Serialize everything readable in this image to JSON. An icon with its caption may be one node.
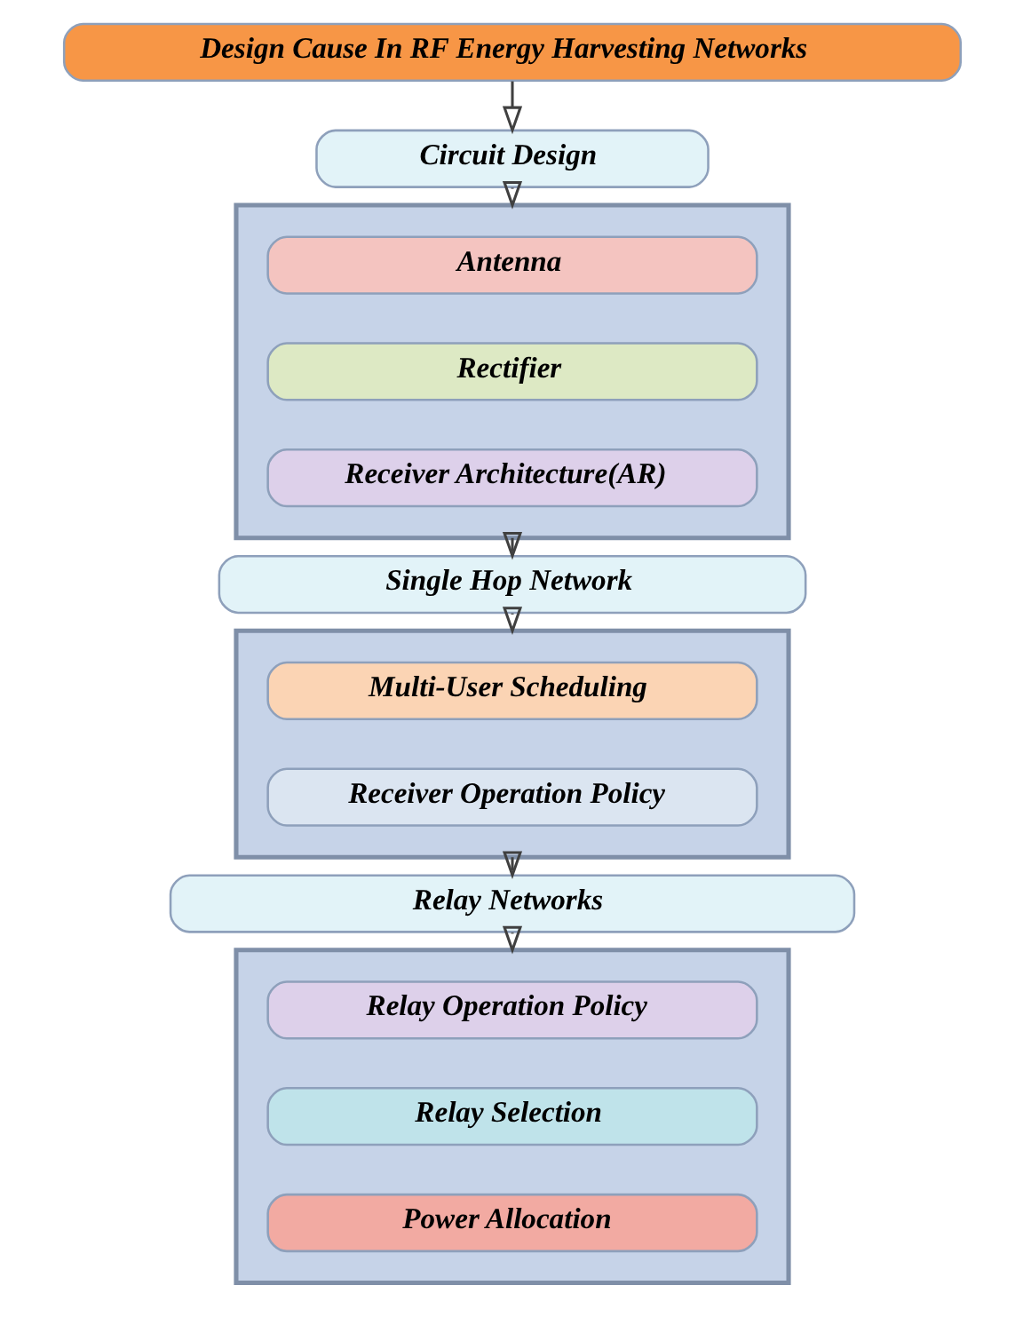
{
  "diagram": {
    "nodes": [
      {
        "text": [
          "Design Cause In RF Energy Harvesting Networks"
        ]
      },
      {
        "text": [
          "Circuit Design"
        ]
      },
      {
        "text": [],
        "shape": "box"
      },
      {
        "text": [
          "Antenna"
        ],
        "in": 2
      },
      {
        "text": [
          "Rectifier"
        ],
        "in": 2
      },
      {
        "text": [
          "Receiver Architecture(AR)"
        ],
        "in": 2
      },
      {
        "text": [
          "Single Hop Network"
        ]
      },
      {
        "text": [],
        "shape": "box"
      },
      {
        "text": [
          "Multi-User Scheduling"
        ],
        "in": 7
      },
      {
        "text": [
          "Receiver Operation Policy"
        ],
        "in": 7
      },
      {
        "text": [
          "Relay Networks"
        ]
      },
      {
        "text": [],
        "shape": "box"
      },
      {
        "text": [
          "Relay Operation Policy"
        ],
        "in": 11
      },
      {
        "text": [
          "Relay Selection"
        ],
        "in": 11
      },
      {
        "text": [
          "Power Allocation"
        ],
        "in": 11
      }
    ],
    "edges": [
      {
        "from": 0,
        "to": 1,
        "arrow": "to"
      },
      {
        "from": 1,
        "to": 2,
        "arrow": "to"
      },
      {
        "from": 2,
        "to": 6,
        "arrow": "to"
      },
      {
        "from": 6,
        "to": 7,
        "arrow": "to"
      },
      {
        "from": 7,
        "to": 10,
        "arrow": "to"
      },
      {
        "from": 10,
        "to": 11,
        "arrow": "to"
      }
    ]
  }
}
